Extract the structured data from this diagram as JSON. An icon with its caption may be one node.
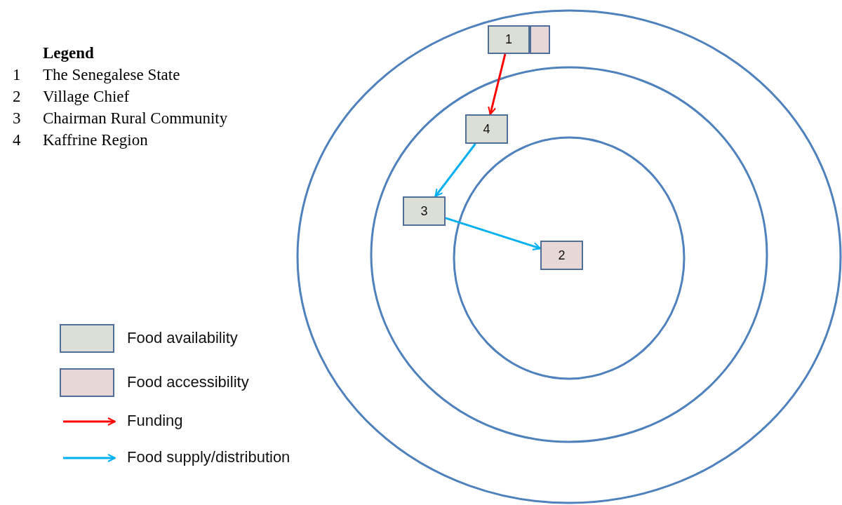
{
  "diagram": {
    "nodes": [
      {
        "text": [
          "1"
        ]
      },
      {
        "text": [],
        "shape": "box"
      },
      {
        "text": [
          "4"
        ]
      },
      {
        "text": [
          "3"
        ]
      },
      {
        "text": [
          "2"
        ]
      }
    ],
    "edges": [
      {
        "from": 0,
        "to": 2,
        "arrow": "to",
        "color": "#ff0000"
      },
      {
        "from": 2,
        "to": 3,
        "arrow": "to"
      },
      {
        "from": 3,
        "to": 4,
        "arrow": "to"
      }
    ],
    "labels": [
      "Legend",
      "1",
      "The Senegalese State",
      "2",
      "Village Chief",
      "3",
      "Chairman Rural Community",
      "4",
      "Kaffrine Region"
    ],
    "legend": [
      {
        "text": "Food availability",
        "color": "#dcdfd6"
      },
      {
        "text": "Food accessibility",
        "color": "#e8d7d7"
      },
      {
        "text": "Funding"
      },
      {
        "text": "Food supply/distribution"
      }
    ]
  }
}
